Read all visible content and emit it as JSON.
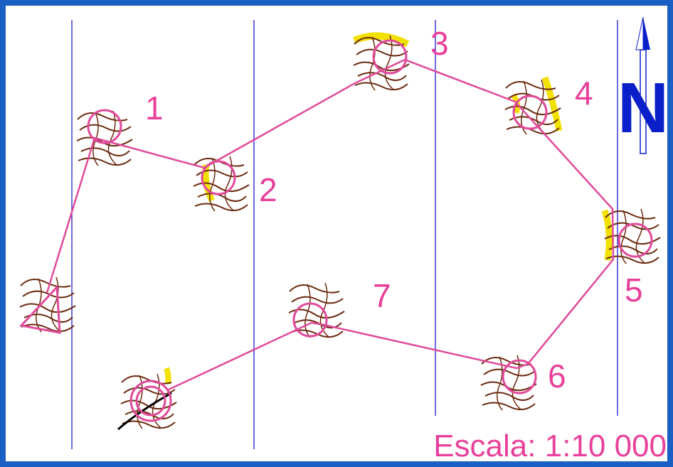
{
  "map": {
    "scale_text": "Escala: 1:10 000",
    "north_letter": "N",
    "colors": {
      "frame": "#1a5fc4",
      "meridian": "#3a3ad6",
      "course": "#e04a9a",
      "contour": "#6b2a10",
      "yellow": "#f2e000",
      "north": "#0a1fc9"
    },
    "start": {
      "label": ""
    },
    "controls": [
      {
        "label": "1"
      },
      {
        "label": "2"
      },
      {
        "label": "3"
      },
      {
        "label": "4"
      },
      {
        "label": "5"
      },
      {
        "label": "6"
      },
      {
        "label": "7"
      }
    ],
    "finish": {
      "label": ""
    }
  }
}
